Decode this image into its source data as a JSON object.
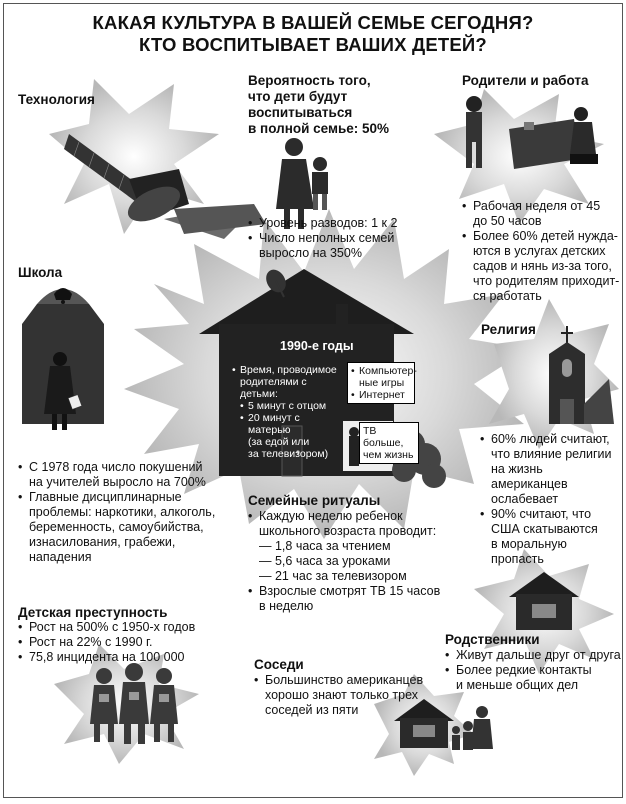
{
  "title_line1": "КАКАЯ КУЛЬТУРА В ВАШЕЙ СЕМЬЕ СЕГОДНЯ?",
  "title_line2": "КТО ВОСПИТЫВАЕТ ВАШИХ ДЕТЕЙ?",
  "technology": {
    "heading": "Технология"
  },
  "family": {
    "heading_lines": [
      "Вероятность того,",
      "что дети будут",
      "воспитываться",
      "в полной семье: 50%"
    ],
    "bullets": [
      "Уровень разводов: 1 к 2",
      "Число неполных семей выросло на 350%"
    ]
  },
  "parents": {
    "heading": "Родители и работа",
    "bullets": [
      "Рабочая неделя от 45 до 50 часов",
      "Более 60% детей нужда-ются в услугах детских садов и нянь из-за того, что родителям приходит-ся работать"
    ],
    "bullet1_lines": [
      "Рабочая неделя от 45",
      "до 50 часов"
    ],
    "bullet2_lines": [
      "Более 60% детей нужда-",
      "ются в услугах детских",
      "садов и нянь из-за того,",
      "что родителям приходит-",
      "ся работать"
    ]
  },
  "school": {
    "heading": "Школа",
    "b1_lines": [
      "С 1978 года число покушений",
      "на учителей выросло на 700%"
    ],
    "b2_lines": [
      "Главные дисциплинарные",
      "проблемы: наркотики, алкоголь,",
      "беременность, самоубийства,",
      "изнасилования, грабежи,",
      "нападения"
    ]
  },
  "house": {
    "era": "1990-е годы",
    "time_lines": [
      "Время, проводимое",
      "родителями с детьми:"
    ],
    "time_b1": "5 минут с отцом",
    "time_b2_lines": [
      "20 минут с матерью",
      "(за едой или",
      "за телевизором)"
    ],
    "computer_lines": [
      "Компьютер-",
      "ные игры"
    ],
    "internet": "Интернет",
    "tv_lines": [
      "ТВ больше,",
      "чем жизнь"
    ]
  },
  "religion": {
    "heading": "Религия",
    "b1_lines": [
      "60% людей считают,",
      "что влияние религии",
      "на жизнь американцев",
      "ослабевает"
    ],
    "b2_lines": [
      "90% считают, что",
      "США скатываются",
      "в моральную пропасть"
    ]
  },
  "rituals": {
    "heading": "Семейные ритуалы",
    "b1_lines": [
      "Каждую неделю ребенок",
      "школьного возраста проводит:"
    ],
    "dashes": [
      "— 1,8 часа за чтением",
      "— 5,6 часа за уроками",
      "— 21 час за телевизором"
    ],
    "b2_lines": [
      "Взрослые смотрят ТВ 15 часов",
      "в неделю"
    ]
  },
  "crime": {
    "heading": "Детская преступность",
    "bullets": [
      "Рост на 500% с 1950-х годов",
      "Рост на 22% с 1990 г.",
      "75,8 инцидента на 100 000"
    ]
  },
  "relatives": {
    "heading": "Родственники",
    "b1": "Живут дальше друг от друга",
    "b2_lines": [
      "Более редкие контакты",
      "и меньше общих дел"
    ]
  },
  "neighbors": {
    "heading": "Соседи",
    "b1_lines": [
      "Большинство американцев",
      "хорошо знают только трех",
      "соседей из пяти"
    ]
  }
}
